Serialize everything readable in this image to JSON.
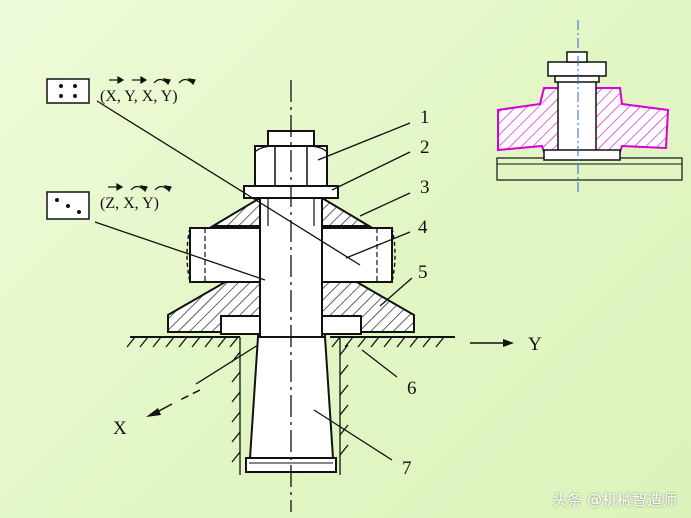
{
  "diagram": {
    "part_labels": [
      "1",
      "2",
      "3",
      "4",
      "5",
      "6",
      "7"
    ],
    "axis_labels": {
      "x": "X",
      "y": "Y"
    },
    "constraint_notations": [
      {
        "symbol_dots": 4,
        "text": "(X, Y, X, Y)",
        "vector_arrows": [
          true,
          true,
          false,
          false
        ],
        "rotation_arcs": [
          false,
          false,
          true,
          true
        ]
      },
      {
        "symbol_dots": 3,
        "text": "(Z, X, Y)",
        "vector_arrows": [
          true,
          false,
          false
        ],
        "rotation_arcs": [
          false,
          true,
          true
        ]
      }
    ],
    "highlight_color": "#d400d4"
  },
  "watermark": "头条 @机械智造师"
}
